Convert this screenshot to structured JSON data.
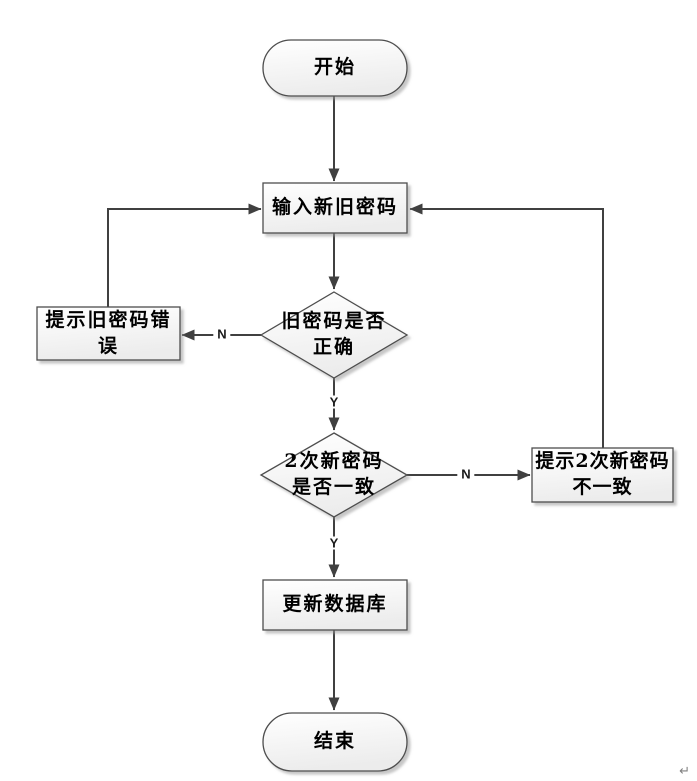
{
  "diagram": {
    "nodes": {
      "start": {
        "type": "terminator",
        "label": "开始"
      },
      "input": {
        "type": "process",
        "label": "输入新旧密码"
      },
      "check_old": {
        "type": "decision",
        "label": "旧密码是否\n正确"
      },
      "old_error": {
        "type": "process",
        "label": "提示旧密码错\n误"
      },
      "check_new": {
        "type": "decision",
        "label": "2次新密码\n是否一致"
      },
      "new_error": {
        "type": "process",
        "label": "提示2次新密码\n不一致"
      },
      "update_db": {
        "type": "process",
        "label": "更新数据库"
      },
      "end": {
        "type": "terminator",
        "label": "结束"
      }
    },
    "edge_labels": {
      "check_old_no": "N",
      "check_old_yes": "Y",
      "check_new_no": "N",
      "check_new_yes": "Y"
    },
    "paragraph_mark": "↵",
    "colors": {
      "connector_line": "#404040",
      "shape_border": "#4d4d4d",
      "shape_fill_top": "#ffffff",
      "shape_fill_bottom": "#ececec",
      "shadow": "#b0b0b0",
      "text": "#000000",
      "paragraph_mark": "#808080",
      "background": "#ffffff"
    }
  }
}
